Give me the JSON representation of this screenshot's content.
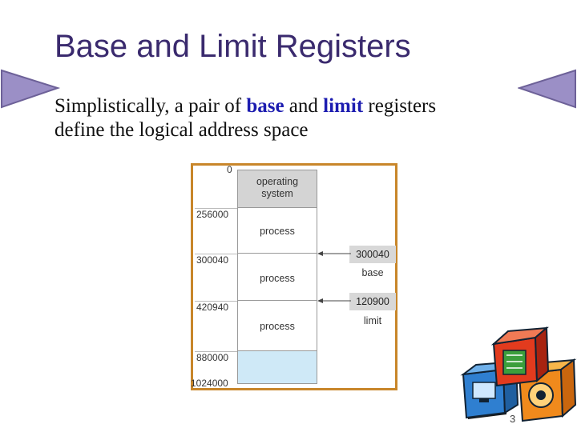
{
  "slide": {
    "title": "Base and Limit Registers",
    "text_before_base": "Simplistically, a pair of ",
    "base_word": "base",
    "text_and": " and ",
    "limit_word": "limit",
    "text_after": " registers",
    "line2": "define the logical address space",
    "page_number": "3"
  },
  "memory": {
    "addresses": [
      "0",
      "256000",
      "300040",
      "420940",
      "880000",
      "1024000"
    ],
    "segments": [
      "operating system",
      "process",
      "process",
      "process"
    ],
    "registers": [
      {
        "value": "300040",
        "label": "base"
      },
      {
        "value": "120900",
        "label": "limit"
      }
    ]
  },
  "colors": {
    "title": "#3a2a6e",
    "highlight": "#1c1cb0",
    "frame": "#c8862a",
    "os_fill": "#d4d4d4",
    "free_fill": "#cfe9f7",
    "nav_arrow": "#9b8fc6"
  },
  "icons": [
    "nav-left-arrow-icon",
    "nav-right-arrow-icon",
    "blocks-clipart-icon"
  ]
}
